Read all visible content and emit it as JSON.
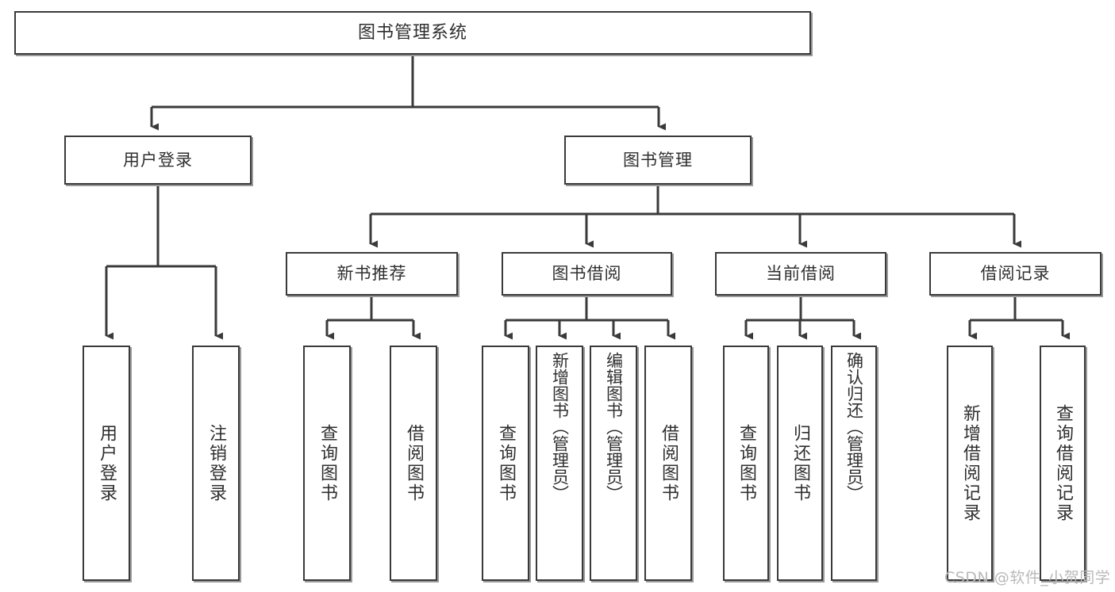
{
  "diagram": {
    "title": "图书管理系统",
    "type": "hierarchy-tree",
    "style": {
      "box_border": "#3a3a3a",
      "box_fill": "#ffffff",
      "shadow": "#9a9a9a",
      "text": "#2f2f2f",
      "background": "#ffffff"
    }
  },
  "nodes": {
    "root": {
      "label": "图书管理系统"
    },
    "level2": [
      {
        "label": "用户登录"
      },
      {
        "label": "图书管理"
      }
    ],
    "level3": [
      {
        "label": "新书推荐"
      },
      {
        "label": "图书借阅"
      },
      {
        "label": "当前借阅"
      },
      {
        "label": "借阅记录"
      }
    ],
    "leaves": {
      "user_login": [
        {
          "label": "用户登录"
        },
        {
          "label": "注销登录"
        }
      ],
      "new_book_recommend": [
        {
          "label": "查询图书"
        },
        {
          "label": "借阅图书"
        }
      ],
      "book_borrow": [
        {
          "label": "查询图书"
        },
        {
          "label": "新增图书（管理员）"
        },
        {
          "label": "编辑图书（管理员）"
        },
        {
          "label": "借阅图书"
        }
      ],
      "current_borrow": [
        {
          "label": "查询图书"
        },
        {
          "label": "归还图书"
        },
        {
          "label": "确认归还（管理员）"
        }
      ],
      "borrow_record": [
        {
          "label": "新增借阅记录"
        },
        {
          "label": "查询借阅记录"
        }
      ]
    }
  },
  "watermark": {
    "text": "CSDN @软件_小贺同学"
  }
}
